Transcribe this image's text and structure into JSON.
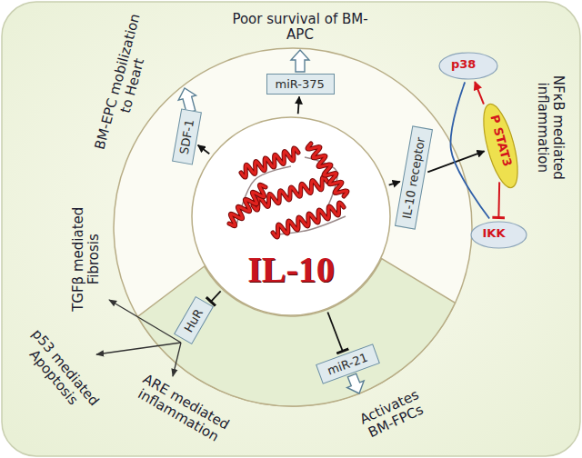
{
  "diagram": {
    "nodes": [
      {
        "text": [
          "IL-10"
        ]
      },
      {
        "text": [
          "miR-375"
        ]
      },
      {
        "text": [
          "SDF-1"
        ]
      },
      {
        "text": [
          "IL-10 receptor"
        ]
      },
      {
        "text": [
          "p38"
        ]
      },
      {
        "text": [
          "P STAT3"
        ]
      },
      {
        "text": [
          "IKK"
        ]
      },
      {
        "text": [
          "HuR"
        ]
      },
      {
        "text": [
          "miR-21"
        ]
      }
    ],
    "edges": [
      {
        "from": 0,
        "to": 1,
        "arrow": "to"
      },
      {
        "from": 0,
        "to": 2,
        "arrow": "to"
      },
      {
        "from": 0,
        "to": 3,
        "arrow": "to"
      },
      {
        "from": 0,
        "to": 7,
        "arrow": "to"
      },
      {
        "from": 0,
        "to": 8,
        "arrow": "to"
      },
      {
        "from": 3,
        "to": 5,
        "arrow": "to"
      },
      {
        "from": 5,
        "to": 4,
        "arrow": "to"
      },
      {
        "from": 5,
        "to": 6,
        "arrow": "to"
      },
      {
        "from": 6,
        "to": 4,
        "arrow": "none"
      }
    ],
    "labels": [
      "Poor survival of BM-APC",
      "BM-EPC mobilization to Heart",
      "NFκB mediated inflammation",
      "TGFβ mediated Fibrosis",
      "p53 mediated Apoptosis",
      "ARE mediated inflammation",
      "Activates BM-FPCs"
    ]
  }
}
